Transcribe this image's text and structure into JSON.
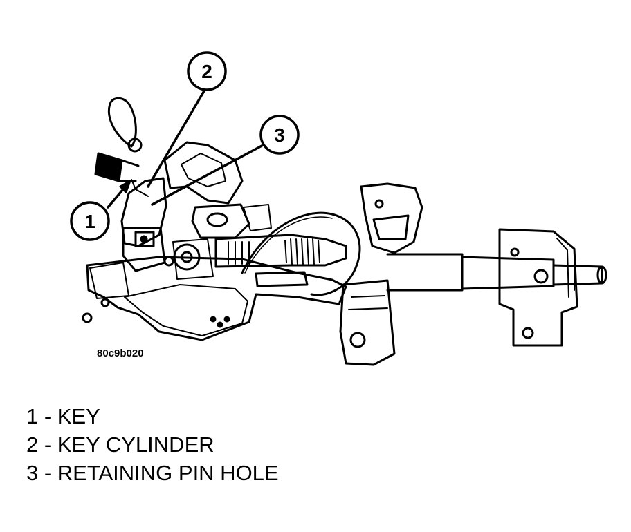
{
  "figure": {
    "code": "80c9b020",
    "callouts": [
      {
        "number": "1",
        "target": "key"
      },
      {
        "number": "2",
        "target": "key-cylinder"
      },
      {
        "number": "3",
        "target": "retaining-pin-hole"
      }
    ]
  },
  "legend": [
    {
      "text": "1 - KEY"
    },
    {
      "text": "2 - KEY CYLINDER"
    },
    {
      "text": "3 - RETAINING PIN HOLE"
    }
  ],
  "colors": {
    "ink": "#000000",
    "paper": "#ffffff"
  }
}
